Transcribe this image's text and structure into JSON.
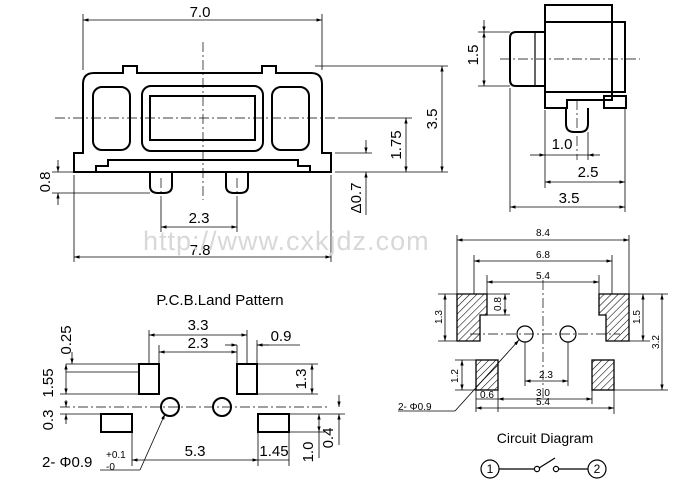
{
  "watermark": "http://www.cxkjdz.com",
  "front_view": {
    "dims": {
      "top_width": "7.0",
      "bottom_width": "7.8",
      "pin_spacing": "2.3",
      "height": "3.5",
      "mid_height": "1.75",
      "foot_height": "0.8",
      "tab_height": "Δ0.7"
    }
  },
  "side_view": {
    "dims": {
      "actuator_height": "1.5",
      "pin_width": "1.0",
      "body_depth": "2.5",
      "total_depth": "3.5"
    }
  },
  "pcb_land": {
    "title": "P.C.B.Land Pattern",
    "dims": {
      "outer_spacing": "3.3",
      "inner_spacing": "2.3",
      "pad_width": "0.9",
      "top_offset": "0.25",
      "left_height": "1.55",
      "right_height": "1.3",
      "left_small": "0.3",
      "right_small": "0.4",
      "right_bottom": "1.0",
      "hole_label": "2- Φ0.9",
      "hole_tol_plus": "+0.1",
      "hole_tol_minus": "-0",
      "bottom_spacing": "5.3",
      "bottom_pad": "1.45"
    }
  },
  "footprint": {
    "dims": {
      "w_outer": "8.4",
      "w_mid": "6.8",
      "w_inner": "5.4",
      "pad_h": "0.8",
      "left_h": "1.3",
      "right_h1": "1.5",
      "right_h2": "3.2",
      "lower_pad_h": "1.2",
      "hole_label": "2- Φ0.9",
      "lower_offset": "0.6",
      "hole_spacing": "2.3",
      "lower_spacing": "3.0",
      "lower_outer": "5.4"
    }
  },
  "circuit": {
    "title": "Circuit Diagram",
    "pin1": "1",
    "pin2": "2"
  }
}
